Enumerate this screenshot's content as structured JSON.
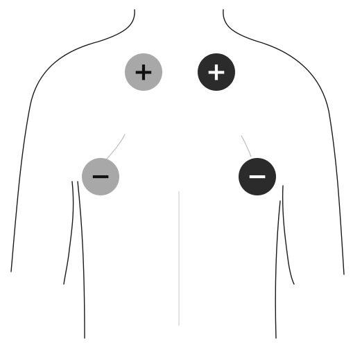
{
  "figure": {
    "electrodes": [
      {
        "id": "upper-left",
        "polarity": "positive",
        "symbol": "+",
        "color": "#a8a8a8",
        "symbol_color": "#111111"
      },
      {
        "id": "upper-right",
        "polarity": "positive",
        "symbol": "+",
        "color": "#2b2b2b",
        "symbol_color": "#ffffff"
      },
      {
        "id": "lower-left",
        "polarity": "negative",
        "symbol": "−",
        "color": "#a8a8a8",
        "symbol_color": "#111111"
      },
      {
        "id": "lower-right",
        "polarity": "negative",
        "symbol": "−",
        "color": "#2b2b2b",
        "symbol_color": "#ffffff"
      }
    ]
  }
}
